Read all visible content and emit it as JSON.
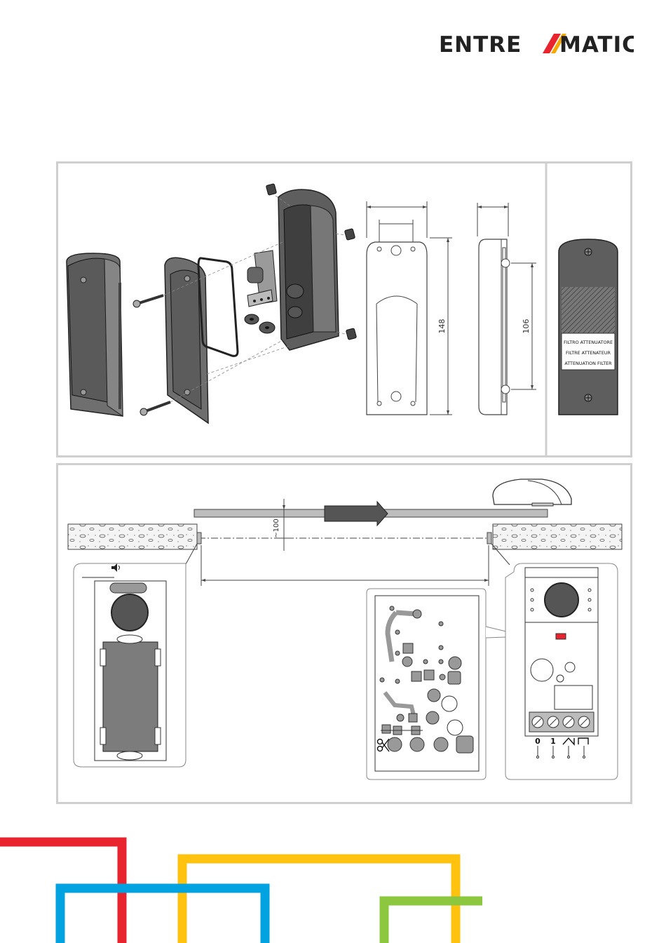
{
  "brand": {
    "name": "ENTREMATIC",
    "name_left": "ENTRE",
    "name_right": "MATIC",
    "text_color": "#222222",
    "accent_colors": [
      "#e8242f",
      "#f5a800",
      "#00a0e3"
    ]
  },
  "dimensions": {
    "height_label": "148",
    "mount_spacing_label": "106",
    "beam_height_label": "~100"
  },
  "filter_label": {
    "line1": "FILTRO ATTENUATORE",
    "line2": "FILTRE ATTENATEUR",
    "line3": "ATTENUATION FILTER"
  },
  "terminal_block": {
    "labels": [
      "0",
      "1"
    ]
  },
  "decor": {
    "stripe_colors": {
      "red": "#e8242f",
      "yellow": "#ffc20e",
      "blue": "#00a3e0",
      "green": "#8dc63f"
    }
  }
}
